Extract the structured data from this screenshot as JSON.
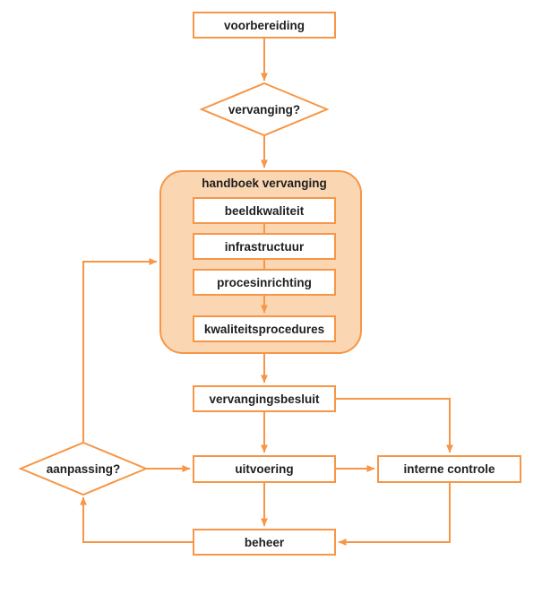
{
  "diagram": {
    "type": "flowchart",
    "language": "nl",
    "colors": {
      "accent_orange": "#F79646",
      "container_fill": "#FBD6B3",
      "node_fill": "#FFFFFF",
      "text": "#1F1F1F",
      "background": "#FFFFFF"
    },
    "nodes": {
      "voorbereiding": {
        "label": "voorbereiding",
        "shape": "rect"
      },
      "vervanging": {
        "label": "vervanging?",
        "shape": "diamond"
      },
      "handboek": {
        "label": "handboek vervanging",
        "shape": "rounded-container"
      },
      "beeldkwaliteit": {
        "label": "beeldkwaliteit",
        "shape": "rect"
      },
      "infrastructuur": {
        "label": "infrastructuur",
        "shape": "rect"
      },
      "procesinrichting": {
        "label": "procesinrichting",
        "shape": "rect"
      },
      "kwaliteitsprocedures": {
        "label": "kwaliteitsprocedures",
        "shape": "rect"
      },
      "vervangingsbesluit": {
        "label": "vervangingsbesluit",
        "shape": "rect"
      },
      "uitvoering": {
        "label": "uitvoering",
        "shape": "rect"
      },
      "interne_controle": {
        "label": "interne controle",
        "shape": "rect"
      },
      "aanpassing": {
        "label": "aanpassing?",
        "shape": "diamond"
      },
      "beheer": {
        "label": "beheer",
        "shape": "rect"
      }
    },
    "edges": [
      {
        "from": "voorbereiding",
        "to": "vervanging",
        "arrow": true
      },
      {
        "from": "vervanging",
        "to": "handboek",
        "arrow": true
      },
      {
        "from": "beeldkwaliteit",
        "to": "infrastructuur",
        "arrow": false
      },
      {
        "from": "infrastructuur",
        "to": "procesinrichting",
        "arrow": false
      },
      {
        "from": "procesinrichting",
        "to": "kwaliteitsprocedures",
        "arrow": true
      },
      {
        "from": "handboek",
        "to": "vervangingsbesluit",
        "arrow": true
      },
      {
        "from": "vervangingsbesluit",
        "to": "uitvoering",
        "arrow": true
      },
      {
        "from": "vervangingsbesluit",
        "to": "interne_controle",
        "arrow": true
      },
      {
        "from": "uitvoering",
        "to": "interne_controle",
        "arrow": true
      },
      {
        "from": "uitvoering",
        "to": "beheer",
        "arrow": true
      },
      {
        "from": "interne_controle",
        "to": "beheer",
        "arrow": true
      },
      {
        "from": "beheer",
        "to": "aanpassing",
        "arrow": true
      },
      {
        "from": "aanpassing",
        "to": "uitvoering",
        "arrow": true
      },
      {
        "from": "aanpassing",
        "to": "handboek",
        "arrow": true
      }
    ]
  }
}
